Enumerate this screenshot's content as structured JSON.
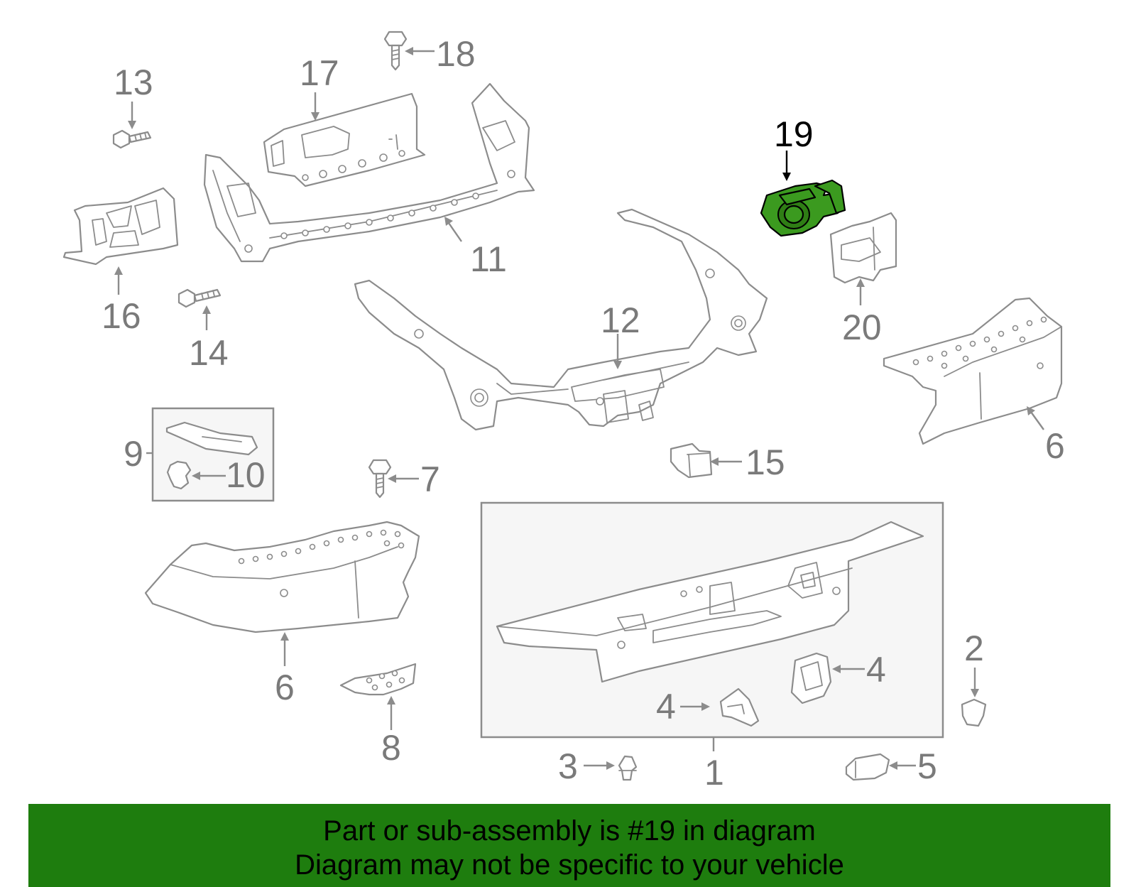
{
  "diagram": {
    "callouts": {
      "c1": "1",
      "c2": "2",
      "c3": "3",
      "c4a": "4",
      "c4b": "4",
      "c5": "5",
      "c6a": "6",
      "c6b": "6",
      "c7": "7",
      "c8": "8",
      "c9": "9",
      "c10": "10",
      "c11": "11",
      "c12": "12",
      "c13": "13",
      "c14": "14",
      "c15": "15",
      "c16": "16",
      "c17": "17",
      "c18": "18",
      "c19": "19",
      "c20": "20"
    },
    "highlighted_part": "19",
    "highlight_color": "#3b9a1f",
    "line_color": "#8c8c8c"
  },
  "banner": {
    "line1": "Part or sub-assembly is #19 in diagram",
    "line2": "Diagram may not be specific to your vehicle",
    "background": "#1e7d0e"
  }
}
